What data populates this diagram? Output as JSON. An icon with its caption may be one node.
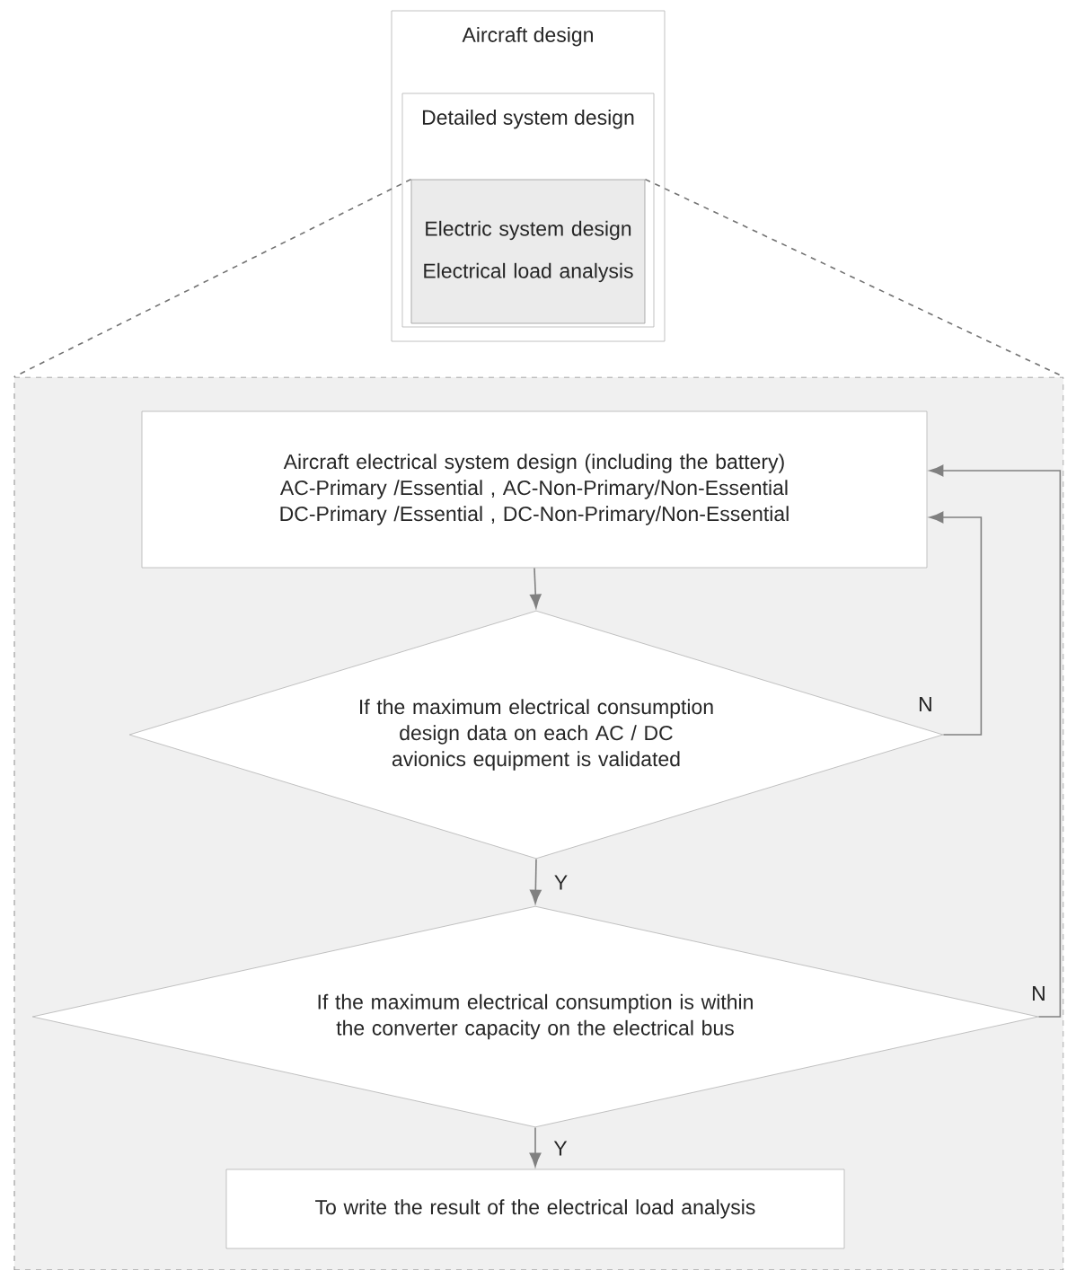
{
  "diagram": {
    "nodes": [
      {
        "text": [
          "Aircraft design"
        ]
      },
      {
        "text": [
          "Detailed system design"
        ],
        "in": 0
      },
      {
        "text": [
          "Electric system design",
          "Electrical load analysis"
        ],
        "in": 1
      },
      {
        "text": [],
        "shape": "box"
      },
      {
        "text": [
          "Aircraft electrical system design (including the battery)",
          "AC-Primary /Essential , AC-Non-Primary/Non-Essential",
          "DC-Primary /Essential , DC-Non-Primary/Non-Essential"
        ],
        "in": 3
      },
      {
        "text": [
          "If the maximum electrical consumption design data on each AC / DC avionics equipment is validated"
        ],
        "in": 3
      },
      {
        "text": [
          "If the maximum electrical consumption is within the converter capacity on the electrical bus"
        ],
        "in": 3
      },
      {
        "text": [
          "To write the result of the electrical load analysis"
        ],
        "in": 3
      }
    ],
    "edges": [
      {
        "from": 2,
        "to": 3,
        "arrow": "none",
        "style": "dashed"
      },
      {
        "from": 2,
        "to": 3,
        "arrow": "none",
        "style": "dashed"
      },
      {
        "from": 4,
        "to": 5,
        "arrow": "to"
      },
      {
        "from": 5,
        "to": 6,
        "arrow": "to",
        "label": "Y"
      },
      {
        "from": 6,
        "to": 7,
        "arrow": "to",
        "label": "Y"
      },
      {
        "from": 5,
        "to": 4,
        "arrow": "to",
        "label": "N"
      },
      {
        "from": 6,
        "to": 4,
        "arrow": "to",
        "label": "N"
      }
    ]
  }
}
